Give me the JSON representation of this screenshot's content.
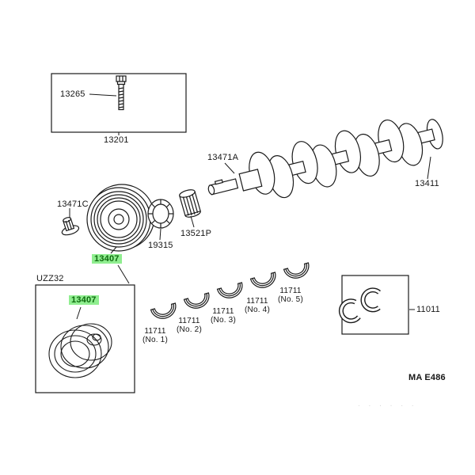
{
  "colors": {
    "highlight_bg": "#90EE90",
    "highlight_fg": "#0E6B0E",
    "line": "#1a1a1a"
  },
  "figure_code": "MA E486",
  "model_code": "UZZ32",
  "watermark": ". . . . . .",
  "labels": {
    "bolt_13265": "13265",
    "assembly_13201": "13201",
    "part_13471A": "13471A",
    "crankshaft_13411": "13411",
    "part_13471C": "13471C",
    "pulley_13407_main": "13407",
    "pulley_13407_variant": "13407",
    "rotor_19315": "19315",
    "gear_13521P": "13521P",
    "bearing_no1": "11711\n(No. 1)",
    "bearing_no2": "11711\n(No. 2)",
    "bearing_no3": "11711\n(No. 3)",
    "bearing_no4": "11711\n(No. 4)",
    "bearing_no5": "11711\n(No. 5)",
    "washers_11011": "11011"
  }
}
